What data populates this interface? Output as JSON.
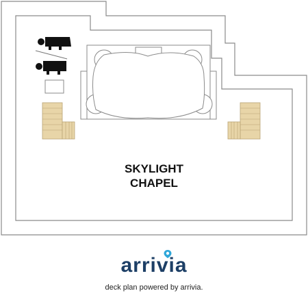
{
  "venue": {
    "label_line1": "SKYLIGHT",
    "label_line2": "CHAPEL"
  },
  "amenities": {
    "restroom_men": "restroom-men-icon",
    "restroom_women": "restroom-women-icon",
    "stairs": "stairs-icon",
    "elevator": "elevator-icon"
  },
  "branding": {
    "logo_text": "arrivia",
    "tagline": "deck plan powered by arrivia."
  },
  "colors": {
    "floor": "#ffffff",
    "outline": "#8a8a8a",
    "stairs": "#e8d5a8",
    "stairs_edge": "#b9a475",
    "logo": "#1d3f66",
    "logo_accent": "#2fa7d9"
  }
}
